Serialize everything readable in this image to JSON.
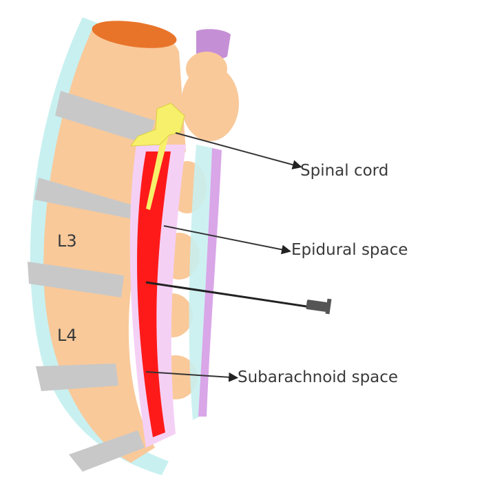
{
  "diagram": {
    "title": "Lumbar spine cross-section with spinal needle",
    "vertebra_labels": [
      "L3",
      "L4"
    ],
    "callouts": [
      {
        "id": "spinal-cord",
        "text": "Spinal cord"
      },
      {
        "id": "epidural-space",
        "text": "Epidural space"
      },
      {
        "id": "subarachnoid-space",
        "text": "Subarachnoid space"
      }
    ],
    "needle": {
      "name": "spinal needle"
    },
    "colors": {
      "vertebral_body": "#f9c99a",
      "vertebral_top": "#e8742a",
      "intervertebral_disc": "#c8c8c8",
      "ligament": "#c8f0f0",
      "dura": "#f5d0f5",
      "spinal_canal": "#ff1a1a",
      "cord": "#f7f06a",
      "posterior_ligament": "#d9a6e8",
      "top_cap": "#c58fd6",
      "text": "#3a3a3a",
      "leader": "#333333"
    }
  }
}
